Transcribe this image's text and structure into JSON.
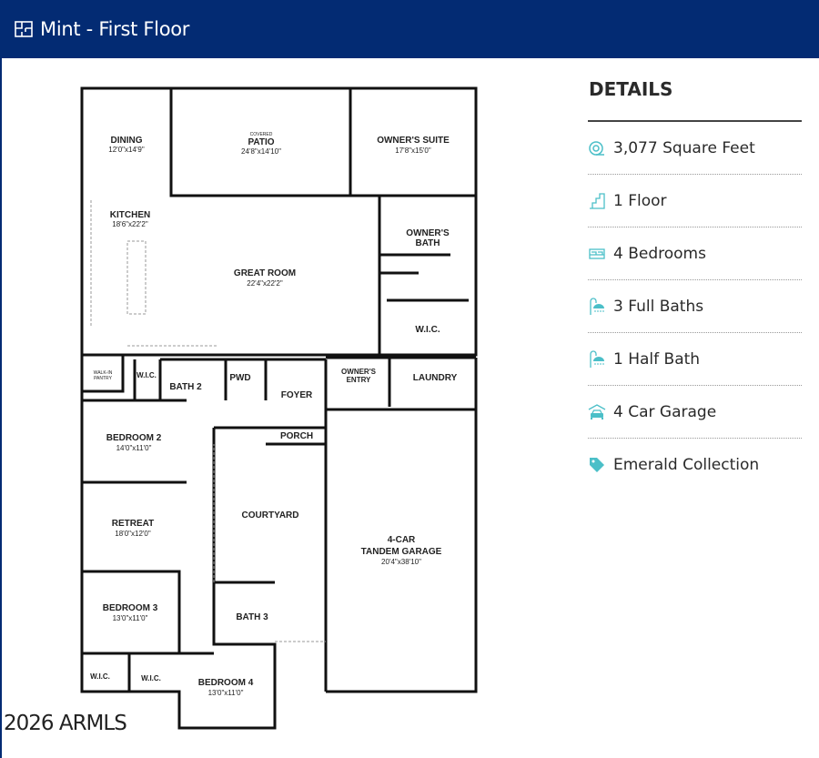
{
  "header": {
    "title": "Mint - First Floor",
    "icon": "floorplan-icon",
    "background": "#032b73"
  },
  "details": {
    "title": "DETAILS",
    "accent": "#4bbfc8",
    "items": [
      {
        "icon": "tape-measure-icon",
        "label": "3,077 Square Feet"
      },
      {
        "icon": "stairs-icon",
        "label": "1 Floor"
      },
      {
        "icon": "bed-icon",
        "label": "4 Bedrooms"
      },
      {
        "icon": "shower-icon",
        "label": "3 Full Baths"
      },
      {
        "icon": "shower-icon",
        "label": "1 Half Bath"
      },
      {
        "icon": "garage-car-icon",
        "label": "4 Car Garage"
      },
      {
        "icon": "tag-icon",
        "label": "Emerald Collection"
      }
    ]
  },
  "plan": {
    "rooms": {
      "dining": {
        "name": "DINING",
        "dim": "12'0\"x14'9\""
      },
      "patio": {
        "note": "COVERED",
        "name": "PATIO",
        "dim": "24'8\"x14'10\""
      },
      "owners_suite": {
        "name": "OWNER'S SUITE",
        "dim": "17'8\"x15'0\""
      },
      "kitchen": {
        "name": "KITCHEN",
        "dim": "18'6\"x22'2\""
      },
      "great_room": {
        "name": "GREAT ROOM",
        "dim": "22'4\"x22'2\""
      },
      "owners_bath": {
        "name1": "OWNER'S",
        "name2": "BATH"
      },
      "owners_wic": {
        "name": "W.I.C."
      },
      "pantry": {
        "name1": "WALK-IN",
        "name2": "PANTRY"
      },
      "wic2": {
        "name": "W.I.C."
      },
      "bath2": {
        "name": "BATH 2"
      },
      "pwd": {
        "name": "PWD"
      },
      "foyer": {
        "name": "FOYER"
      },
      "owners_entry": {
        "name1": "OWNER'S",
        "name2": "ENTRY"
      },
      "laundry": {
        "name": "LAUNDRY"
      },
      "porch": {
        "name": "PORCH"
      },
      "bedroom2": {
        "name": "BEDROOM 2",
        "dim": "14'0\"x11'0\""
      },
      "retreat": {
        "name": "RETREAT",
        "dim": "18'0\"x12'0\""
      },
      "courtyard": {
        "name": "COURTYARD"
      },
      "garage": {
        "name1": "4-CAR",
        "name2": "TANDEM GARAGE",
        "dim": "20'4\"x38'10\""
      },
      "bedroom3": {
        "name": "BEDROOM 3",
        "dim": "13'0\"x11'0\""
      },
      "bath3": {
        "name": "BATH 3"
      },
      "wic3": {
        "name": "W.I.C."
      },
      "wic4": {
        "name": "W.I.C."
      },
      "bedroom4": {
        "name": "BEDROOM 4",
        "dim": "13'0\"x11'0\""
      }
    },
    "copyright": "2026 ARMLS"
  }
}
